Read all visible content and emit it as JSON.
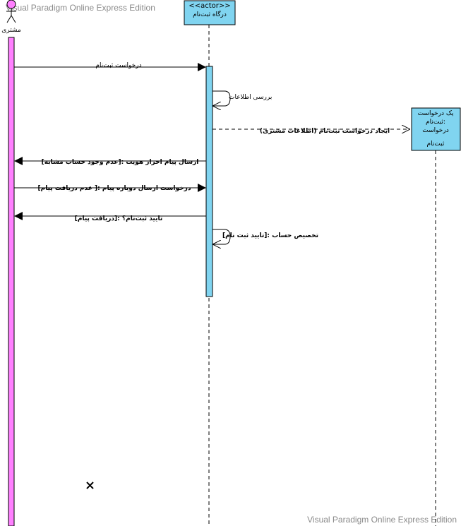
{
  "watermark": {
    "top": "Visual Paradigm Online Express Edition",
    "bottom": "Visual Paradigm Online Express Edition"
  },
  "lifelines": {
    "customer": {
      "name": "مشتری"
    },
    "gateway": {
      "stereotype": "<<actor>>",
      "name": "درگاه ثبت‌نام"
    },
    "request": {
      "line1": "یک درخواست",
      "line2": "ثبت‌نام:",
      "line3": "درخواست",
      "line4": "ثبت‌نام"
    }
  },
  "messages": {
    "m1": "درخواست ثبت‌نام",
    "m2": "بررسی اطلاعات",
    "m3": "ایجاد درخواست ثبت‌نام (اطلاعات مشتری)",
    "m4": "[عدم وجود حساب مشابه]: ارسال پیام احراز هویت",
    "m5": "[عدم دریافت پیام ]: درخواست ارسال دوباره پیام",
    "m6": "[دریافت پیام]: تایید ثبت‌نام؟",
    "m7": "[تایید ثبت نام]: تخصیص حساب"
  },
  "colors": {
    "customer_activation": "#ff80ff",
    "gateway_fill": "#80d4f0",
    "request_fill": "#80d4f0"
  },
  "icons": {
    "destroy": "x-mark-icon"
  }
}
